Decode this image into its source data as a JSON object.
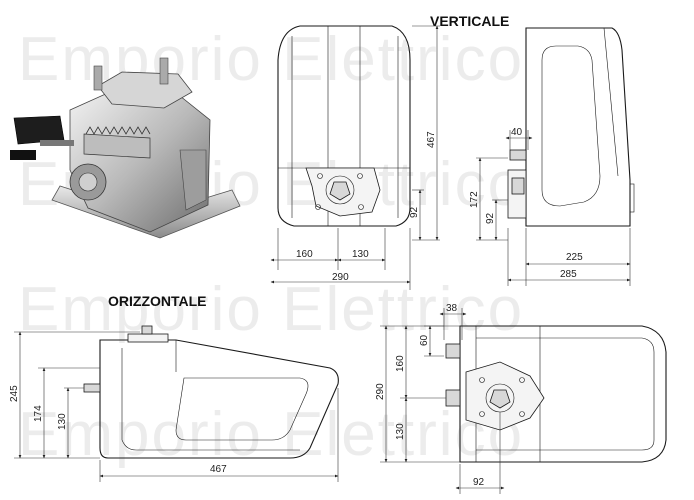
{
  "watermark": "Emporio Elettrico",
  "labels": {
    "verticale": "VERTICALE",
    "orizzontale": "ORIZZONTALE"
  },
  "front_vertical": {
    "d160": "160",
    "d130": "130",
    "d290": "290",
    "d467": "467",
    "d92": "92"
  },
  "side_vertical": {
    "d40": "40",
    "d172": "172",
    "d92": "92",
    "d225": "225",
    "d285": "285"
  },
  "side_horizontal": {
    "d245": "245",
    "d174": "174",
    "d130": "130",
    "d467": "467"
  },
  "top_horizontal": {
    "d38": "38",
    "d60": "60",
    "d160": "160",
    "d290": "290",
    "d130": "130",
    "d92": "92"
  }
}
